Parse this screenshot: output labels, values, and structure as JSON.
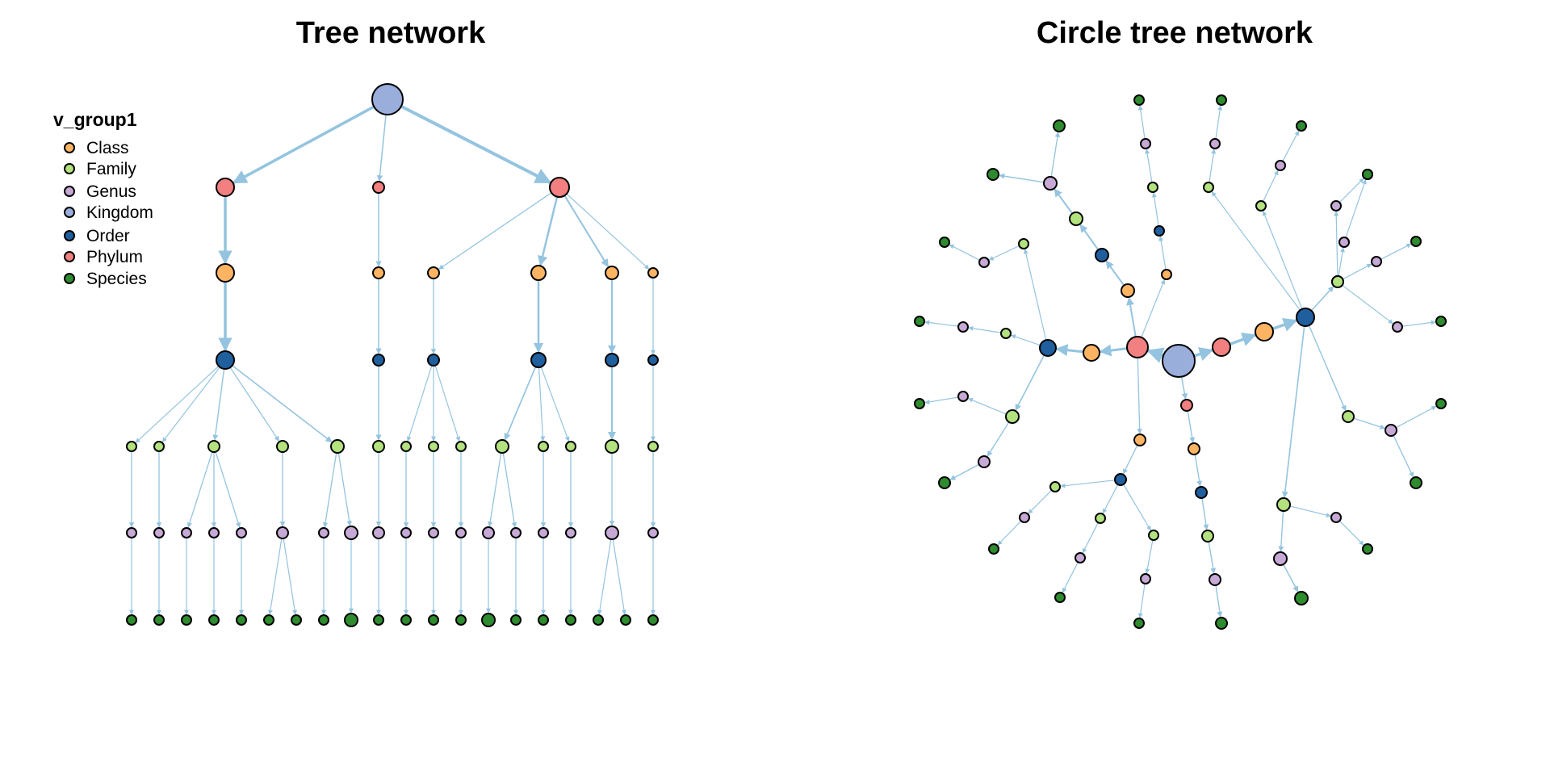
{
  "panels": [
    {
      "title": "Tree network"
    },
    {
      "title": "Circle tree network"
    }
  ],
  "legend": {
    "title": "v_group1",
    "items": [
      {
        "label": "Class",
        "color": "#fdb462"
      },
      {
        "label": "Family",
        "color": "#b3e27f"
      },
      {
        "label": "Genus",
        "color": "#c7a9d6"
      },
      {
        "label": "Kingdom",
        "color": "#9aaedb"
      },
      {
        "label": "Order",
        "color": "#1f5f9e"
      },
      {
        "label": "Phylum",
        "color": "#f28080"
      },
      {
        "label": "Species",
        "color": "#2e8b2e"
      }
    ]
  },
  "edge_color": "#94c4df",
  "group_colors": {
    "K": "#9aaedb",
    "P": "#f28080",
    "C": "#fdb462",
    "O": "#1f5f9e",
    "F": "#b3e27f",
    "G": "#c7a9d6",
    "S": "#2e8b2e"
  }
}
